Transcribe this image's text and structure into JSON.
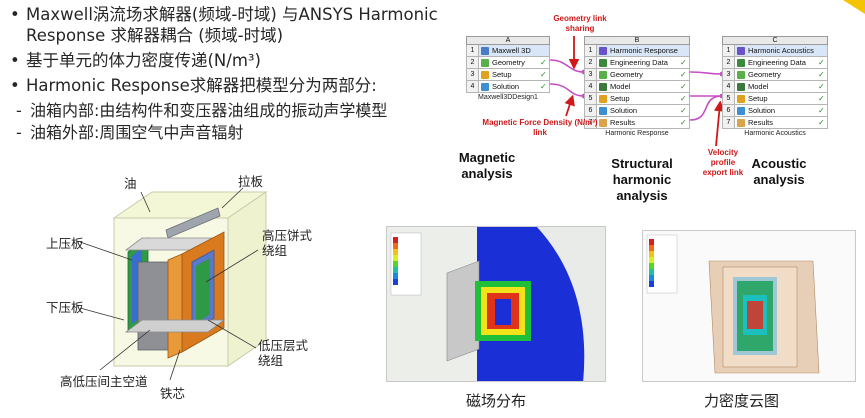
{
  "bullets": [
    {
      "text": "Maxwell涡流场求解器(频域-时域) 与ANSYS Harmonic Response 求解器耦合 (频域-时域)"
    },
    {
      "text": "基于单元的体力密度传递(N/m³)"
    },
    {
      "text": "Harmonic Response求解器把模型分为两部分:"
    }
  ],
  "subs": [
    {
      "text": "油箱内部:由结构件和变压器油组成的振动声学模型"
    },
    {
      "text": "油箱外部:周围空气中声音辐射"
    }
  ],
  "workbench": {
    "systemA": {
      "col": "A",
      "title": "Maxwell 3D",
      "rows": [
        "Geometry",
        "Setup",
        "Solution"
      ],
      "caption": "Maxwell3DDesign1"
    },
    "systemB": {
      "col": "B",
      "title": "Harmonic Response",
      "rows": [
        "Engineering Data",
        "Geometry",
        "Model",
        "Setup",
        "Solution",
        "Results"
      ],
      "caption": "Harmonic Response"
    },
    "systemC": {
      "col": "C",
      "title": "Harmonic Acoustics",
      "rows": [
        "Engineering Data",
        "Geometry",
        "Model",
        "Setup",
        "Solution",
        "Results"
      ],
      "caption": "Harmonic Acoustics"
    },
    "row_numbers": [
      "1",
      "2",
      "3",
      "4",
      "5",
      "6",
      "7"
    ],
    "notes": {
      "geometry_link": "Geometry link sharing",
      "magnetic_force": "Magnetic Force Density (N/m³) link",
      "velocity": "Velocity profile export link"
    },
    "labels": {
      "magnetic": "Magnetic analysis",
      "structural": "Structural harmonic analysis",
      "acoustic": "Acoustic analysis"
    },
    "colors": {
      "link": "#c64fc6",
      "note": "#d01818",
      "check": "#2a8a2a",
      "title_row": "#d8e6f7"
    }
  },
  "transformer_labels": {
    "oil": "油",
    "pull_plate": "拉板",
    "upper_clamp": "上压板",
    "hv_winding": "高压饼式绕组",
    "lower_clamp": "下压板",
    "lv_winding": "低压层式绕组",
    "duct": "高低压间主空道",
    "core": "铁芯"
  },
  "captions": {
    "magnetic_field": "磁场分布",
    "force_density": "力密度云图"
  }
}
